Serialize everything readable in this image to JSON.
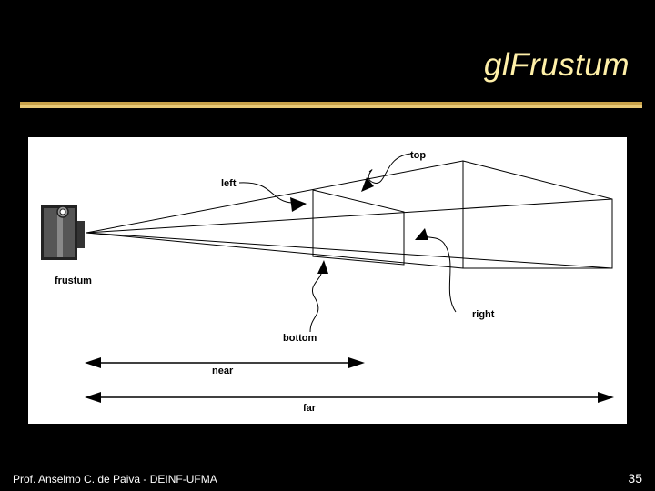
{
  "slide": {
    "title": "glFrustum",
    "footer": "Prof. Anselmo C. de Paiva - DEINF-UFMA",
    "page_number": "35"
  },
  "diagram": {
    "labels": {
      "top": "top",
      "left": "left",
      "right": "right",
      "bottom": "bottom",
      "frustum": "frustum",
      "near": "near",
      "far": "far"
    }
  },
  "colors": {
    "background": "#000000",
    "title": "#FFF0A8",
    "rule": "#C9A24A",
    "figure_background": "#FFFFFF"
  }
}
